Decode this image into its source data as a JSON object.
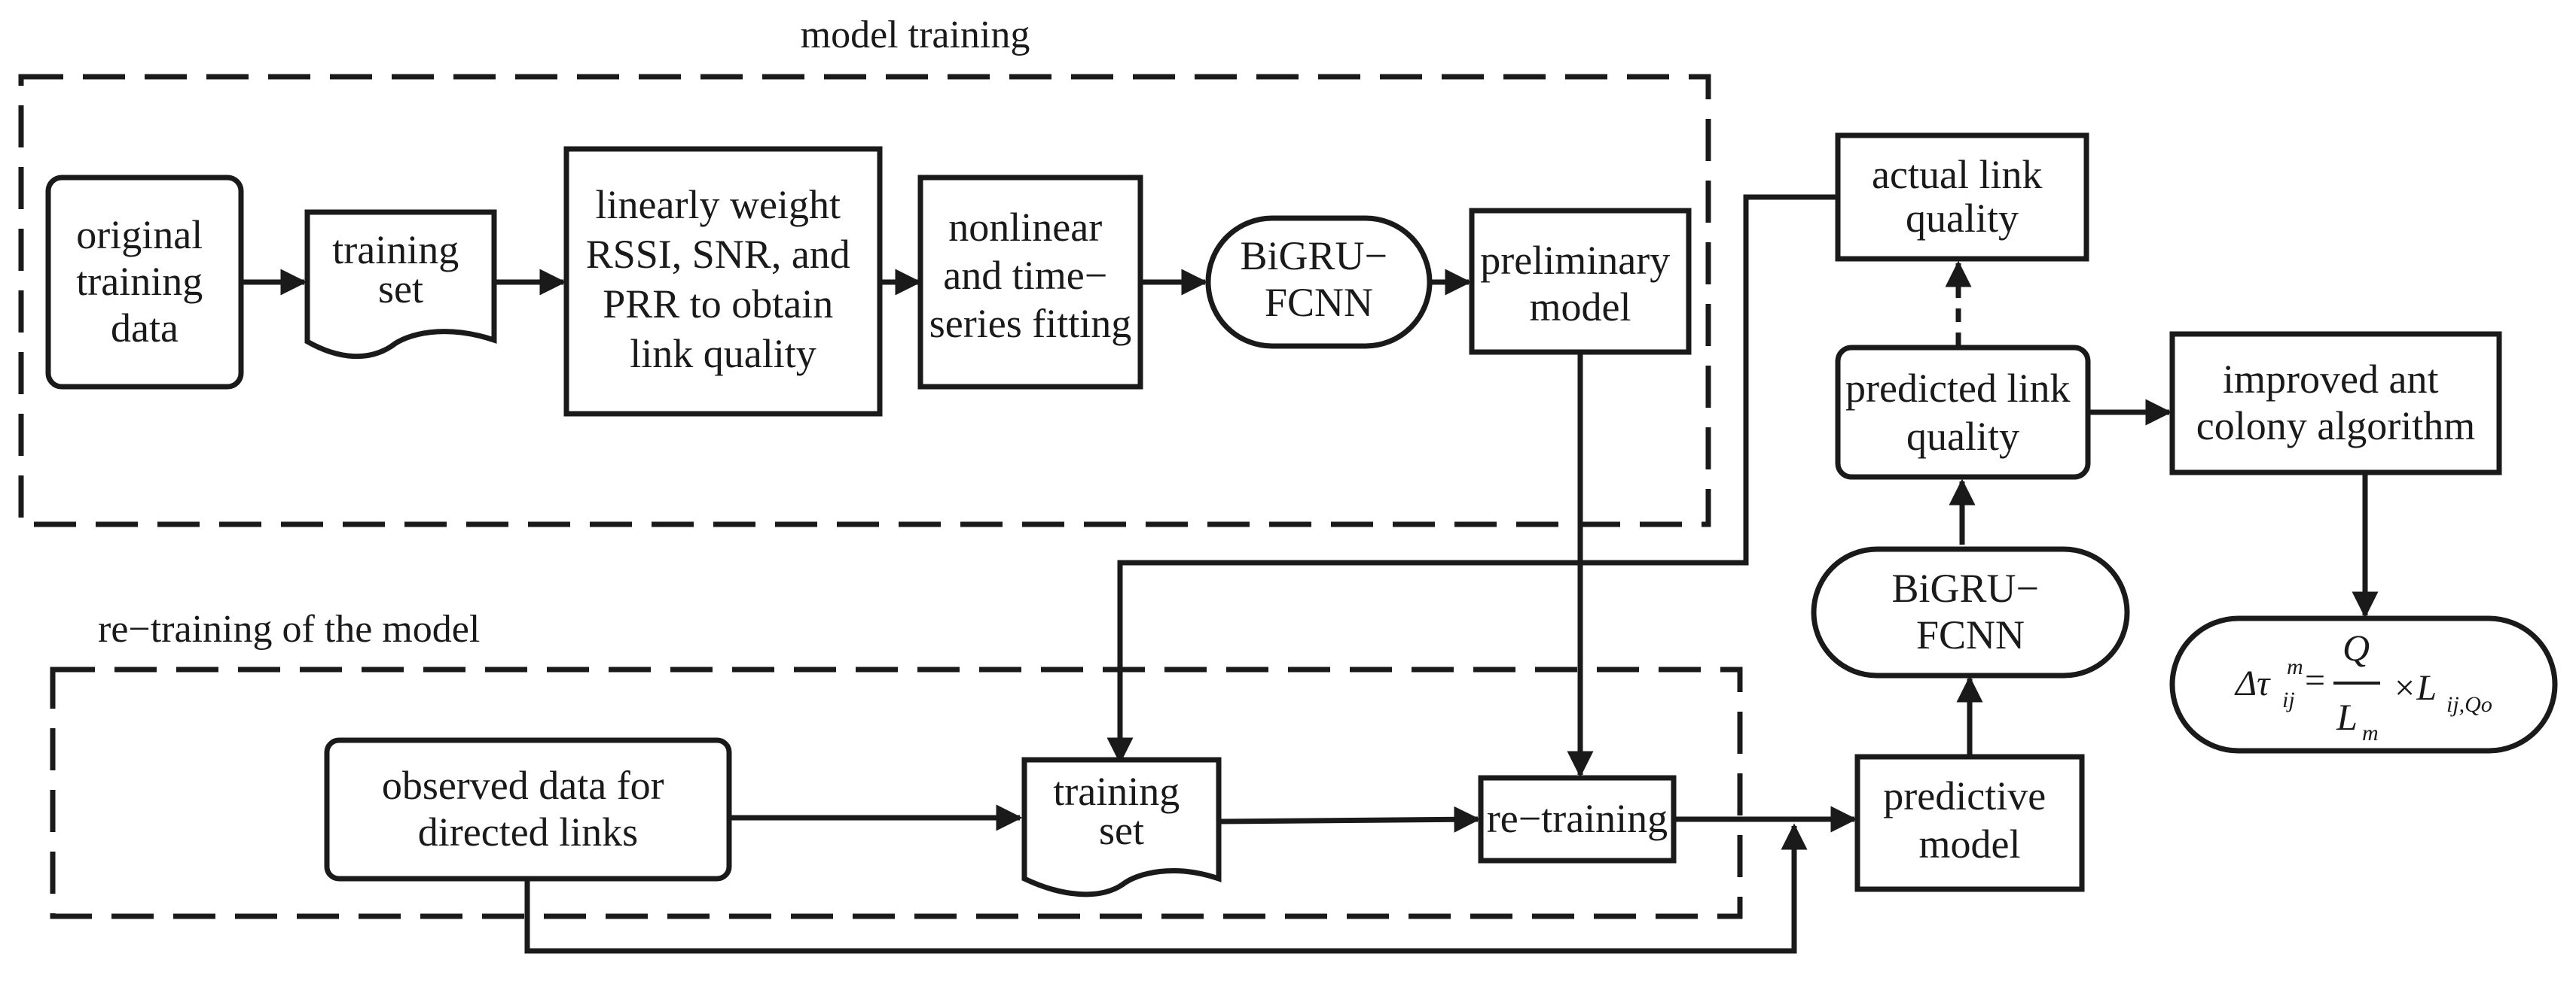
{
  "sections": {
    "model_training": "model training",
    "retraining": "re−training of the model"
  },
  "nodes": {
    "original_training_data": [
      "original",
      "training",
      "data"
    ],
    "training_set_1": [
      "training",
      "set"
    ],
    "linear_weight": [
      "linearly weight",
      "RSSI, SNR, and",
      "PRR to obtain",
      "link quality"
    ],
    "nonlinear_fitting": [
      "nonlinear",
      "and time−",
      "series fitting"
    ],
    "bigru_fcnn_1": [
      "BiGRU−",
      "FCNN"
    ],
    "preliminary_model": [
      "preliminary",
      "model"
    ],
    "actual_link_quality": [
      "actual link",
      "quality"
    ],
    "predicted_link_quality": [
      "predicted link",
      "quality"
    ],
    "improved_aco": [
      "improved ant",
      "colony algorithm"
    ],
    "bigru_fcnn_2": [
      "BiGRU−",
      "FCNN"
    ],
    "observed_data": [
      "observed data for",
      "directed links"
    ],
    "training_set_2": [
      "training",
      "set"
    ],
    "retraining": [
      "re−training"
    ],
    "predictive_model": [
      "predictive",
      "model"
    ]
  },
  "formula": {
    "delta": "Δτ",
    "sub_ij": "ij",
    "sup_m": "m",
    "equals": "=",
    "numerator": "Q",
    "denominator": "L",
    "denominator_sub": "m",
    "times": "×L",
    "result_sub": "ij,Qo"
  }
}
